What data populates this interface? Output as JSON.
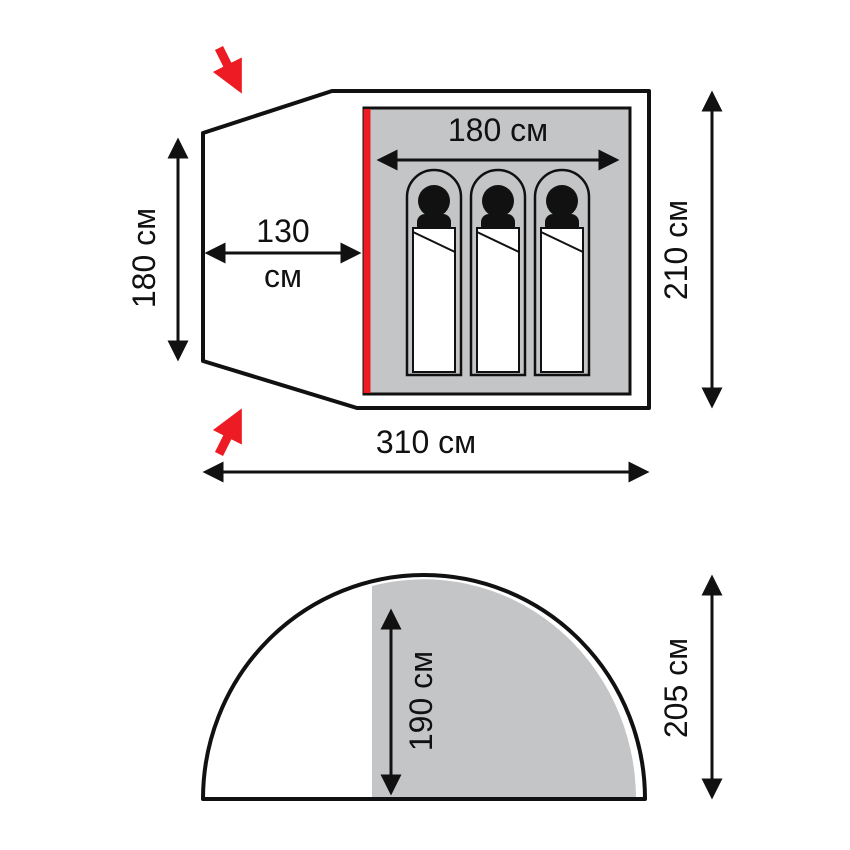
{
  "page": {
    "title": "Tent dimensions diagram"
  },
  "colors": {
    "accent_red": "#ed1c24",
    "floor_gray": "#c3c5c7",
    "outline": "#111111",
    "background": "#ffffff"
  },
  "top_view": {
    "sleepers_count": 3,
    "labels": {
      "left_height": "180 см",
      "vestibule_depth_value": "130",
      "vestibule_depth_unit": "см",
      "inner_width": "180 см",
      "side_height": "210 см",
      "total_length": "310 см"
    }
  },
  "side_view": {
    "labels": {
      "inner_height": "190 см",
      "total_height": "205 см"
    }
  }
}
